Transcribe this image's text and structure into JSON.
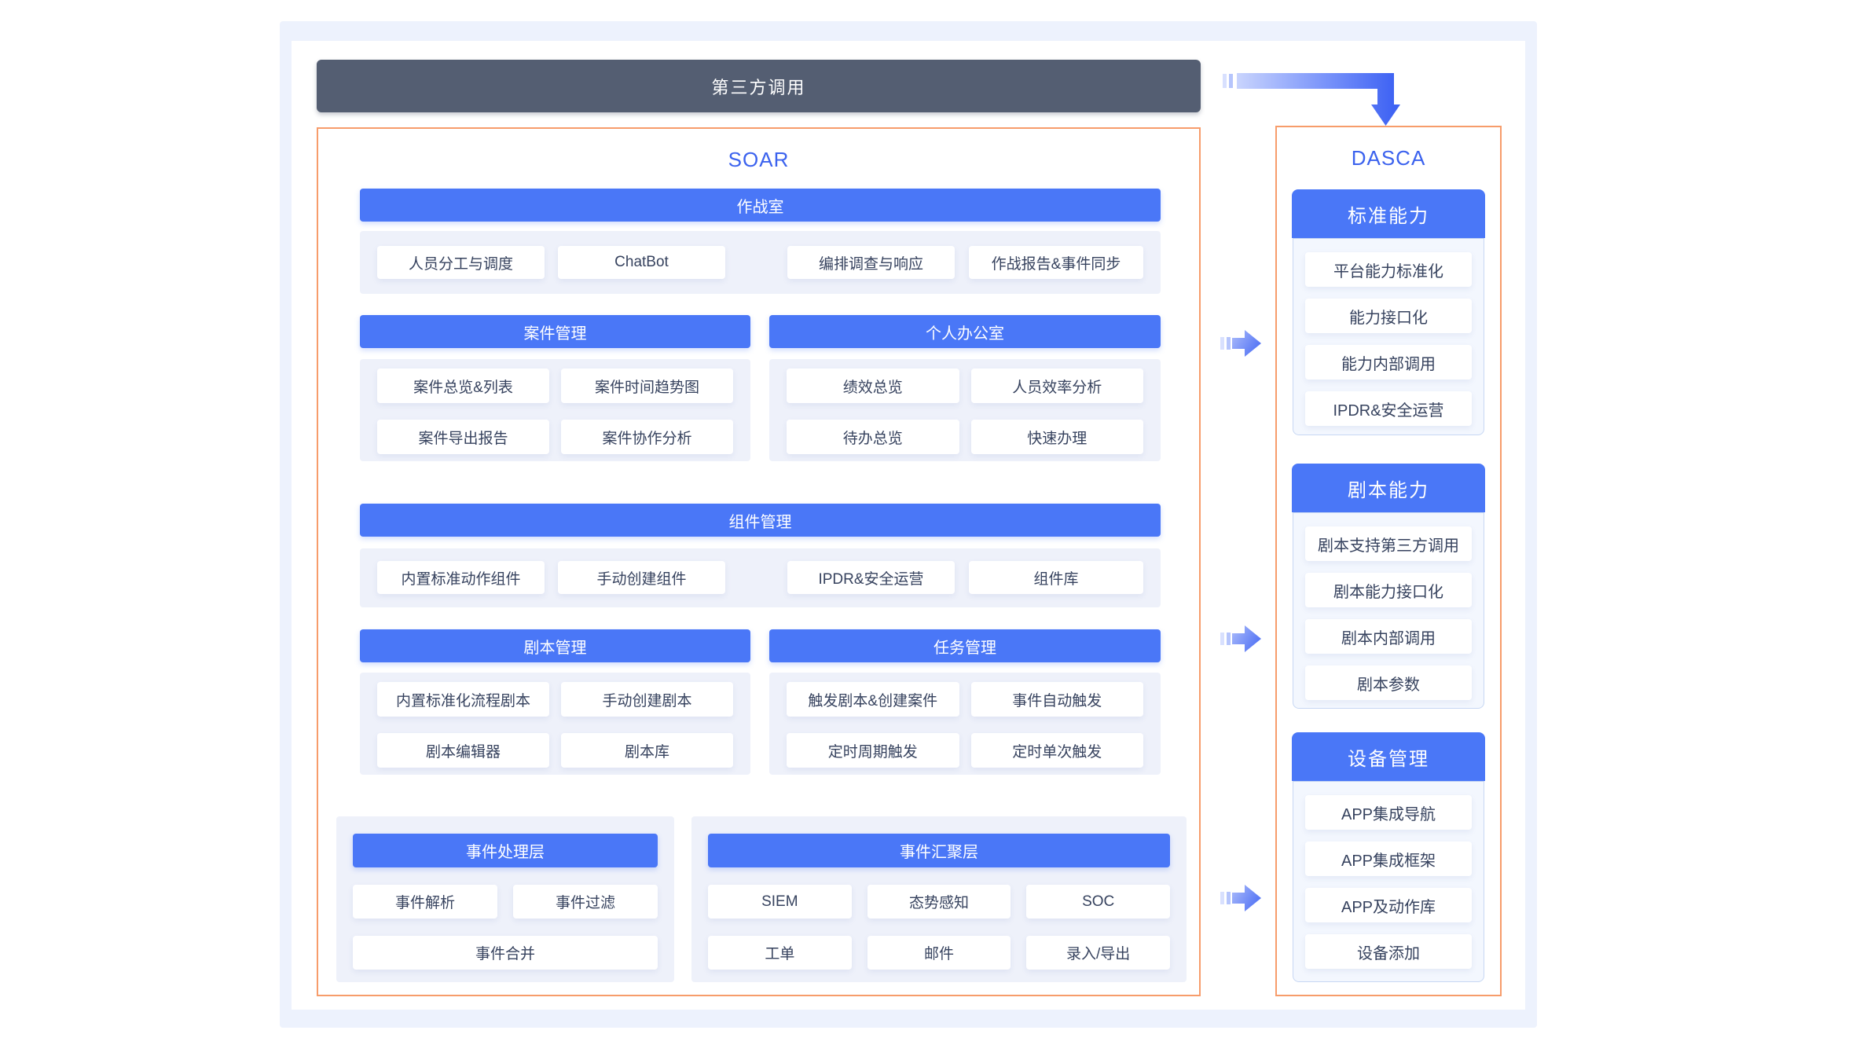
{
  "topbar": {
    "title": "第三方调用"
  },
  "soar": {
    "title": "SOAR",
    "war_room": {
      "header": "作战室",
      "items": [
        "人员分工与调度",
        "ChatBot",
        "编排调查与响应",
        "作战报告&事件同步"
      ]
    },
    "case_mgmt": {
      "header": "案件管理",
      "items": [
        "案件总览&列表",
        "案件时间趋势图",
        "案件导出报告",
        "案件协作分析"
      ]
    },
    "personal_office": {
      "header": "个人办公室",
      "items": [
        "绩效总览",
        "人员效率分析",
        "待办总览",
        "快速办理"
      ]
    },
    "component_mgmt": {
      "header": "组件管理",
      "items": [
        "内置标准动作组件",
        "手动创建组件",
        "IPDR&安全运营",
        "组件库"
      ]
    },
    "playbook_mgmt": {
      "header": "剧本管理",
      "items": [
        "内置标准化流程剧本",
        "手动创建剧本",
        "剧本编辑器",
        "剧本库"
      ]
    },
    "task_mgmt": {
      "header": "任务管理",
      "items": [
        "触发剧本&创建案件",
        "事件自动触发",
        "定时周期触发",
        "定时单次触发"
      ]
    },
    "event_processing": {
      "header": "事件处理层",
      "items": [
        "事件解析",
        "事件过滤",
        "事件合并"
      ]
    },
    "event_aggregation": {
      "header": "事件汇聚层",
      "items": [
        "SIEM",
        "态势感知",
        "SOC",
        "工单",
        "邮件",
        "录入/导出"
      ]
    }
  },
  "dasca": {
    "title": "DASCA",
    "standard_capability": {
      "header": "标准能力",
      "items": [
        "平台能力标准化",
        "能力接口化",
        "能力内部调用",
        "IPDR&安全运营"
      ]
    },
    "playbook_capability": {
      "header": "剧本能力",
      "items": [
        "剧本支持第三方调用",
        "剧本能力接口化",
        "剧本内部调用",
        "剧本参数"
      ]
    },
    "device_mgmt": {
      "header": "设备管理",
      "items": [
        "APP集成导航",
        "APP集成框架",
        "APP及动作库",
        "设备添加"
      ]
    }
  },
  "colors": {
    "header_blue": "#4a77f7",
    "title_blue": "#3b62ee",
    "dark_slate": "#545e72",
    "orange_border": "#f79c6b",
    "panel_light_blue": "#edf2fd",
    "container_bg": "#eef1fa",
    "item_text": "#36425e",
    "arrow_light": "#c9d4fd",
    "arrow_dark": "#3f63f3"
  }
}
